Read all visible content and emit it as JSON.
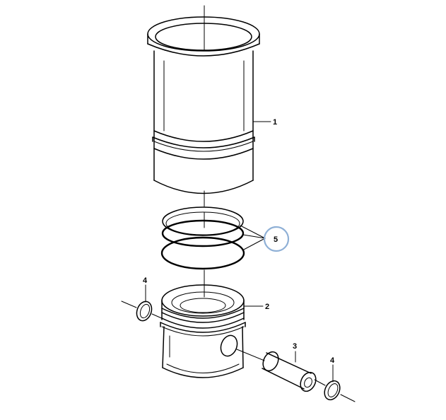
{
  "callouts": {
    "liner": "1",
    "piston": "2",
    "pin": "3",
    "circlip_left": "4",
    "circlip_right": "4",
    "seal_rings": "5"
  },
  "colors": {
    "line": "#000000",
    "highlight_circle": "#8fb0d6",
    "background": "#ffffff"
  }
}
